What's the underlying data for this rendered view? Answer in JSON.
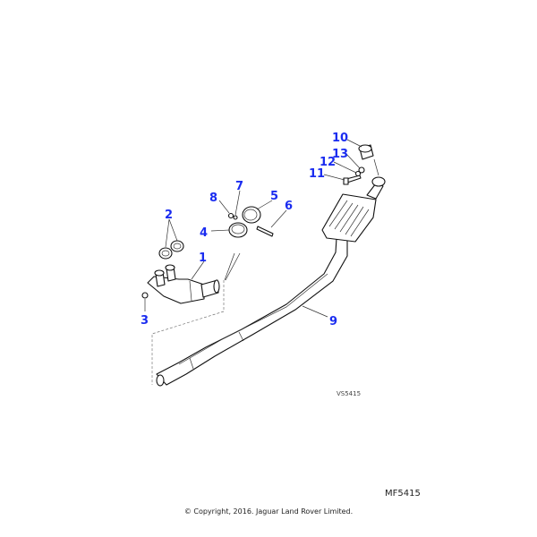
{
  "diagram": {
    "callouts": [
      {
        "id": "1",
        "label": "1"
      },
      {
        "id": "2",
        "label": "2"
      },
      {
        "id": "3",
        "label": "3"
      },
      {
        "id": "4",
        "label": "4"
      },
      {
        "id": "5",
        "label": "5"
      },
      {
        "id": "6",
        "label": "6"
      },
      {
        "id": "7",
        "label": "7"
      },
      {
        "id": "8",
        "label": "8"
      },
      {
        "id": "9",
        "label": "9"
      },
      {
        "id": "10",
        "label": "10"
      },
      {
        "id": "11",
        "label": "11"
      },
      {
        "id": "12",
        "label": "12"
      },
      {
        "id": "13",
        "label": "13"
      }
    ],
    "illustration_ref": "VS5415",
    "callout_color": "#1a2cf0"
  },
  "footer": {
    "figure_code": "MF5415",
    "copyright": "© Copyright, 2016. Jaguar Land Rover Limited."
  }
}
